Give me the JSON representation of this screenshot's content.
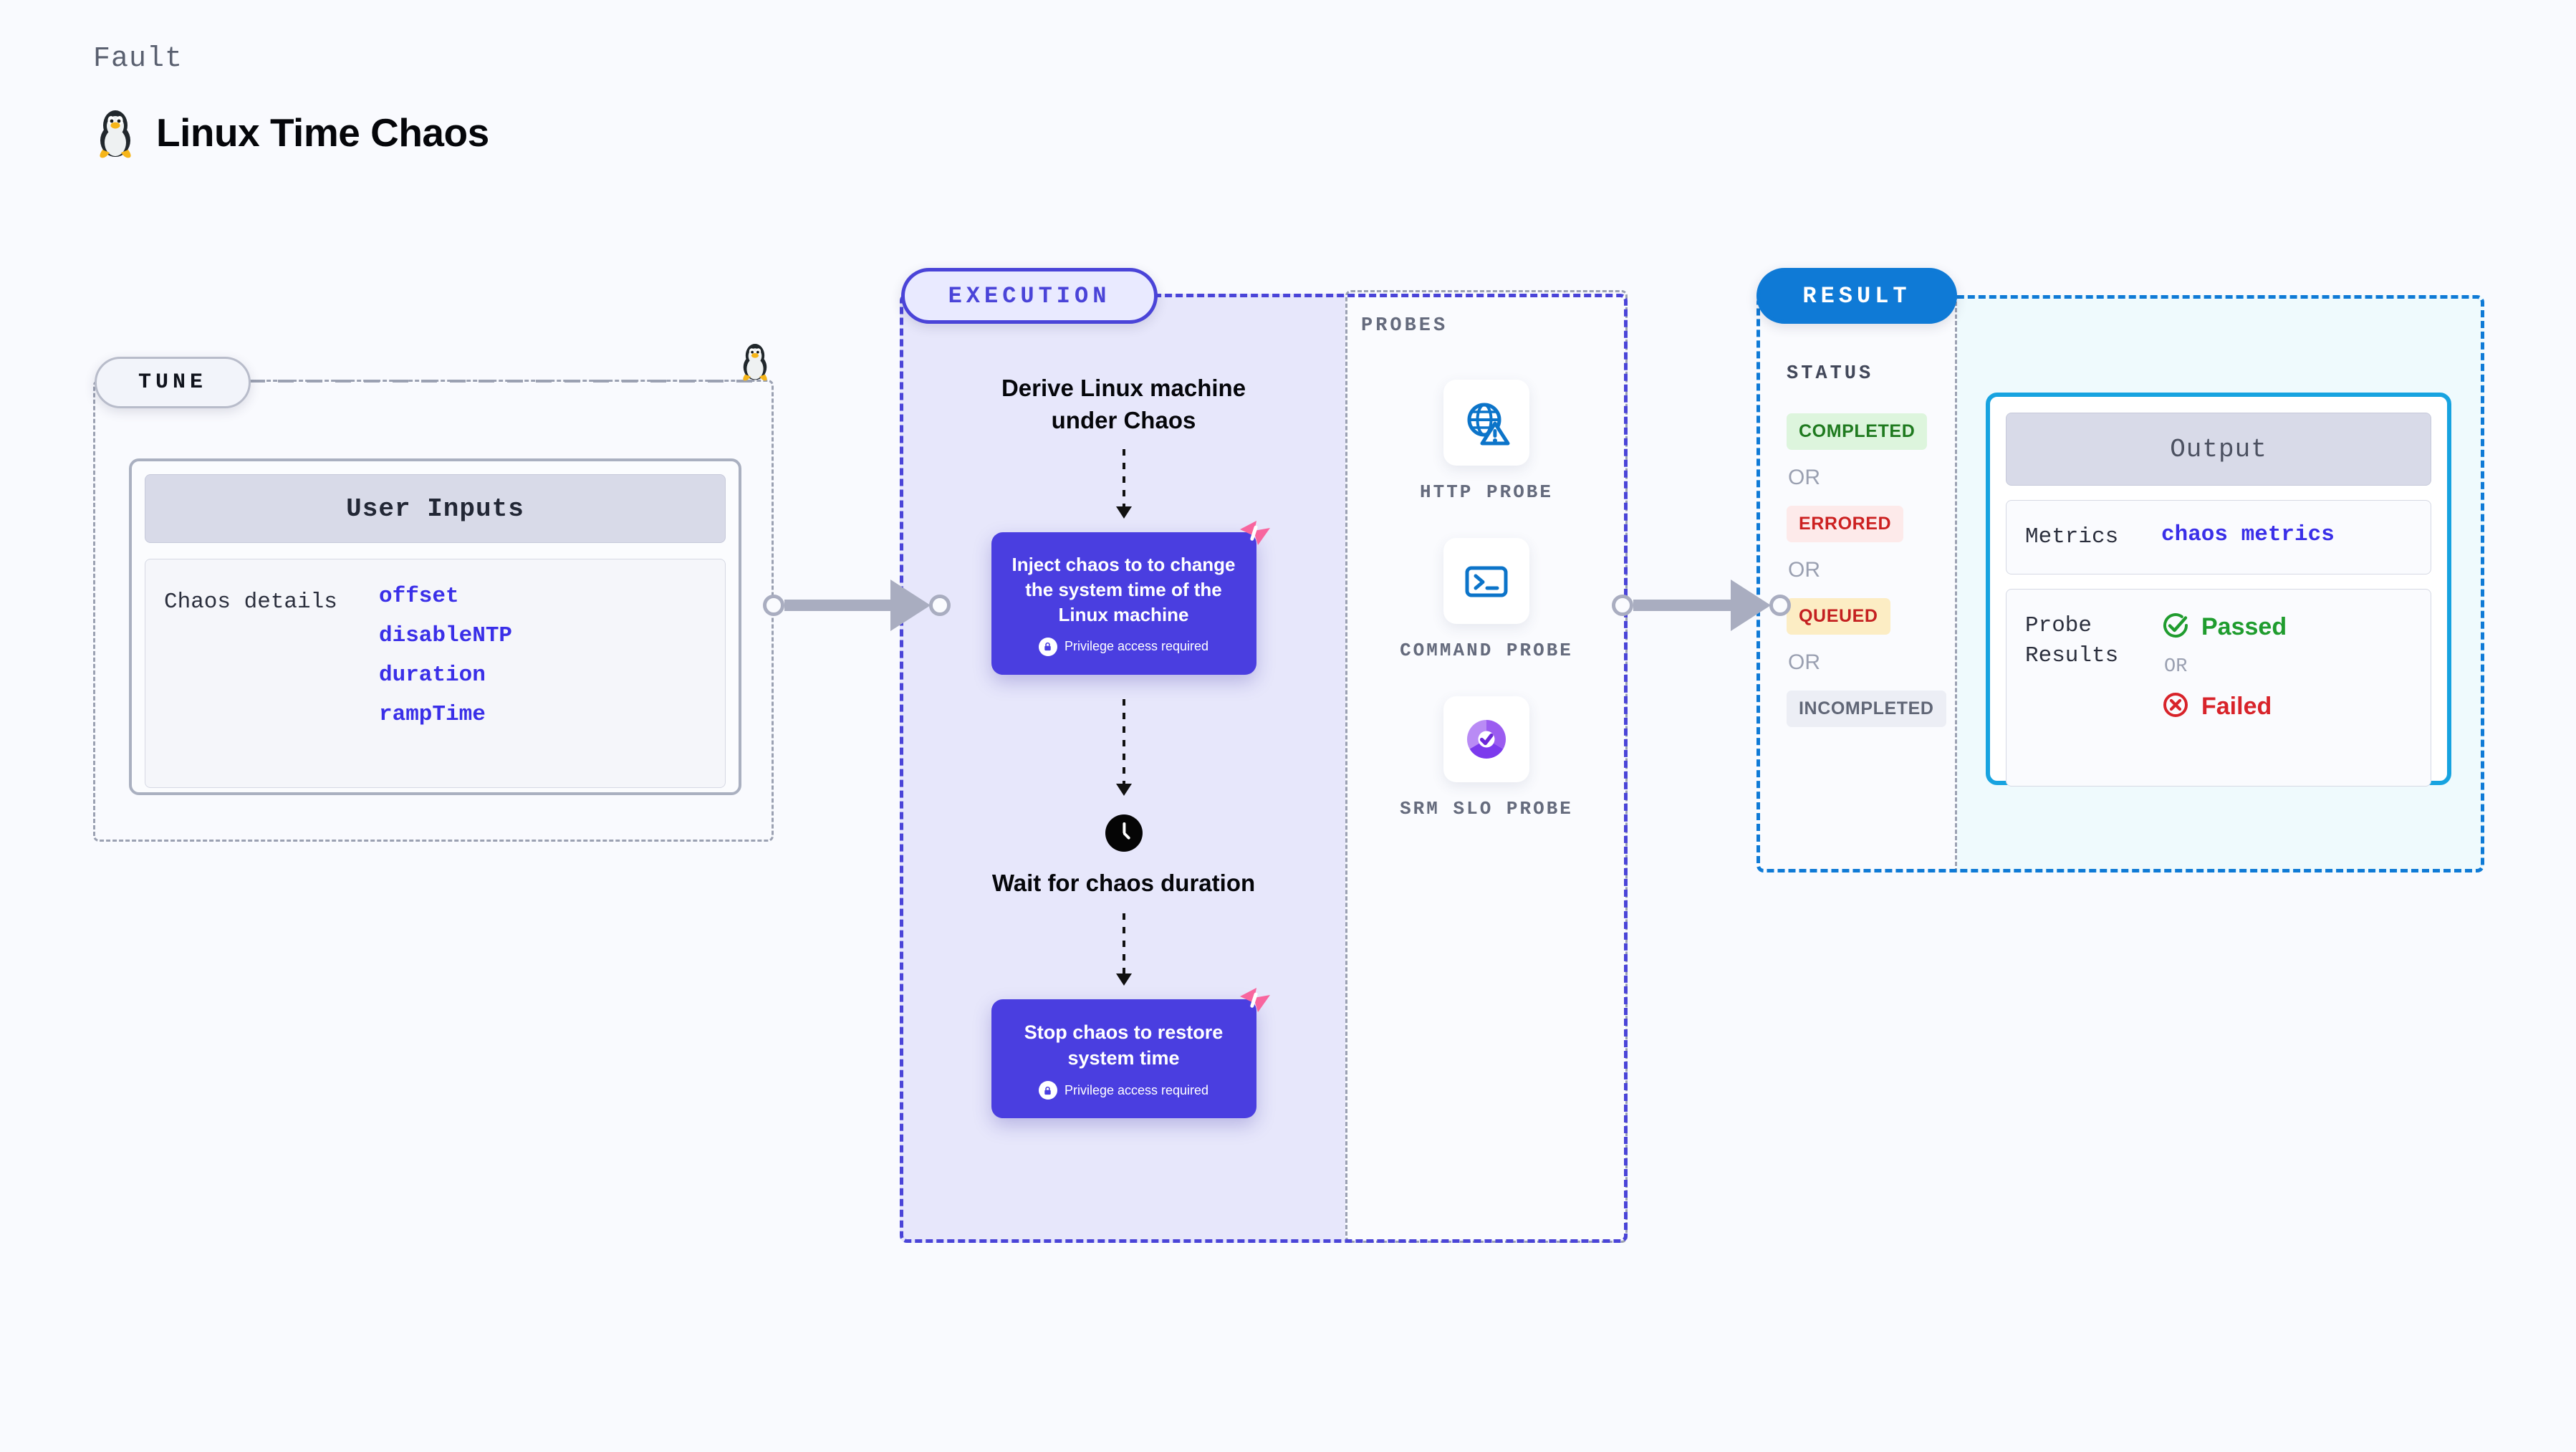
{
  "header": {
    "eyebrow": "Fault",
    "title": "Linux Time Chaos",
    "icon": "tux-penguin-icon"
  },
  "tune": {
    "badge": "TUNE",
    "card_title": "User Inputs",
    "details_label": "Chaos details",
    "params": [
      "offset",
      "disableNTP",
      "duration",
      "rampTime"
    ],
    "connector_icon": "tux-penguin-icon"
  },
  "execution": {
    "badge": "EXECUTION",
    "steps": [
      {
        "kind": "title",
        "text": "Derive Linux machine under Chaos"
      },
      {
        "kind": "card",
        "text": "Inject chaos to to change the system time of the Linux machine",
        "privilege": "Privilege access required",
        "badge_icon": "harness-logo-icon",
        "lock_icon": "lock-icon"
      },
      {
        "kind": "title",
        "icon": "clock-icon",
        "text": "Wait for chaos duration"
      },
      {
        "kind": "card",
        "text": "Stop chaos to restore system time",
        "privilege": "Privilege access required",
        "badge_icon": "harness-logo-icon",
        "lock_icon": "lock-icon"
      }
    ]
  },
  "probes": {
    "heading": "PROBES",
    "items": [
      {
        "label": "HTTP PROBE",
        "icon": "globe-warning-icon"
      },
      {
        "label": "COMMAND PROBE",
        "icon": "terminal-icon"
      },
      {
        "label": "SRM SLO PROBE",
        "icon": "slo-donut-check-icon"
      }
    ]
  },
  "result": {
    "badge": "RESULT",
    "status_heading": "STATUS",
    "or_label": "OR",
    "statuses": [
      {
        "label": "COMPLETED",
        "bg": "#ddf5dd",
        "fg": "#1f7a1f"
      },
      {
        "label": "ERRORED",
        "bg": "#fdeaea",
        "fg": "#cc2121"
      },
      {
        "label": "QUEUED",
        "bg": "#fcedc4",
        "fg": "#c42020"
      },
      {
        "label": "INCOMPLETED",
        "bg": "#eceef5",
        "fg": "#606676"
      }
    ],
    "output": {
      "title": "Output",
      "metrics_key": "Metrics",
      "metrics_value": "chaos metrics",
      "probe_results_key": "Probe Results",
      "passed_label": "Passed",
      "failed_label": "Failed",
      "or_label": "OR",
      "pass_icon": "check-circle-icon",
      "fail_icon": "x-circle-icon"
    }
  },
  "connectors": {
    "arrow_icon": "right-arrow-connector"
  },
  "colors": {
    "background": "#f9fafe",
    "indigo": "#4a44d8",
    "chaos_card": "#4a3ee0",
    "result_blue": "#0f7ad6",
    "output_border": "#17a3e0",
    "param_blue": "#3a2fe8",
    "pink": "#f8659e"
  }
}
